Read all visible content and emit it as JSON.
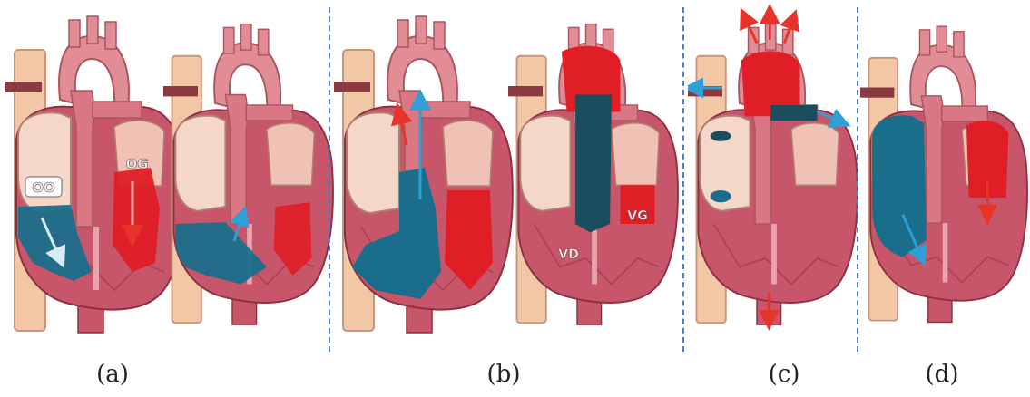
{
  "captions": {
    "a": "(a)",
    "b": "(b)",
    "c": "(c)",
    "d": "(d)"
  },
  "labels": {
    "oo_left": "OO",
    "og": "OG",
    "vd": "VD",
    "vg": "VG"
  },
  "colors": {
    "deoxygenated_blood": "#1a6e8c",
    "oxygenated_blood": "#e01e26",
    "aorta": "#e28c96",
    "vena_cava": "#f2c7a6",
    "myocardium": "#c7566a",
    "divider": "#4a7fd0",
    "arrow_blue": "#2ea0d6",
    "arrow_red": "#e8332a"
  },
  "icons": [
    "heart-diagram",
    "flow-arrow"
  ]
}
